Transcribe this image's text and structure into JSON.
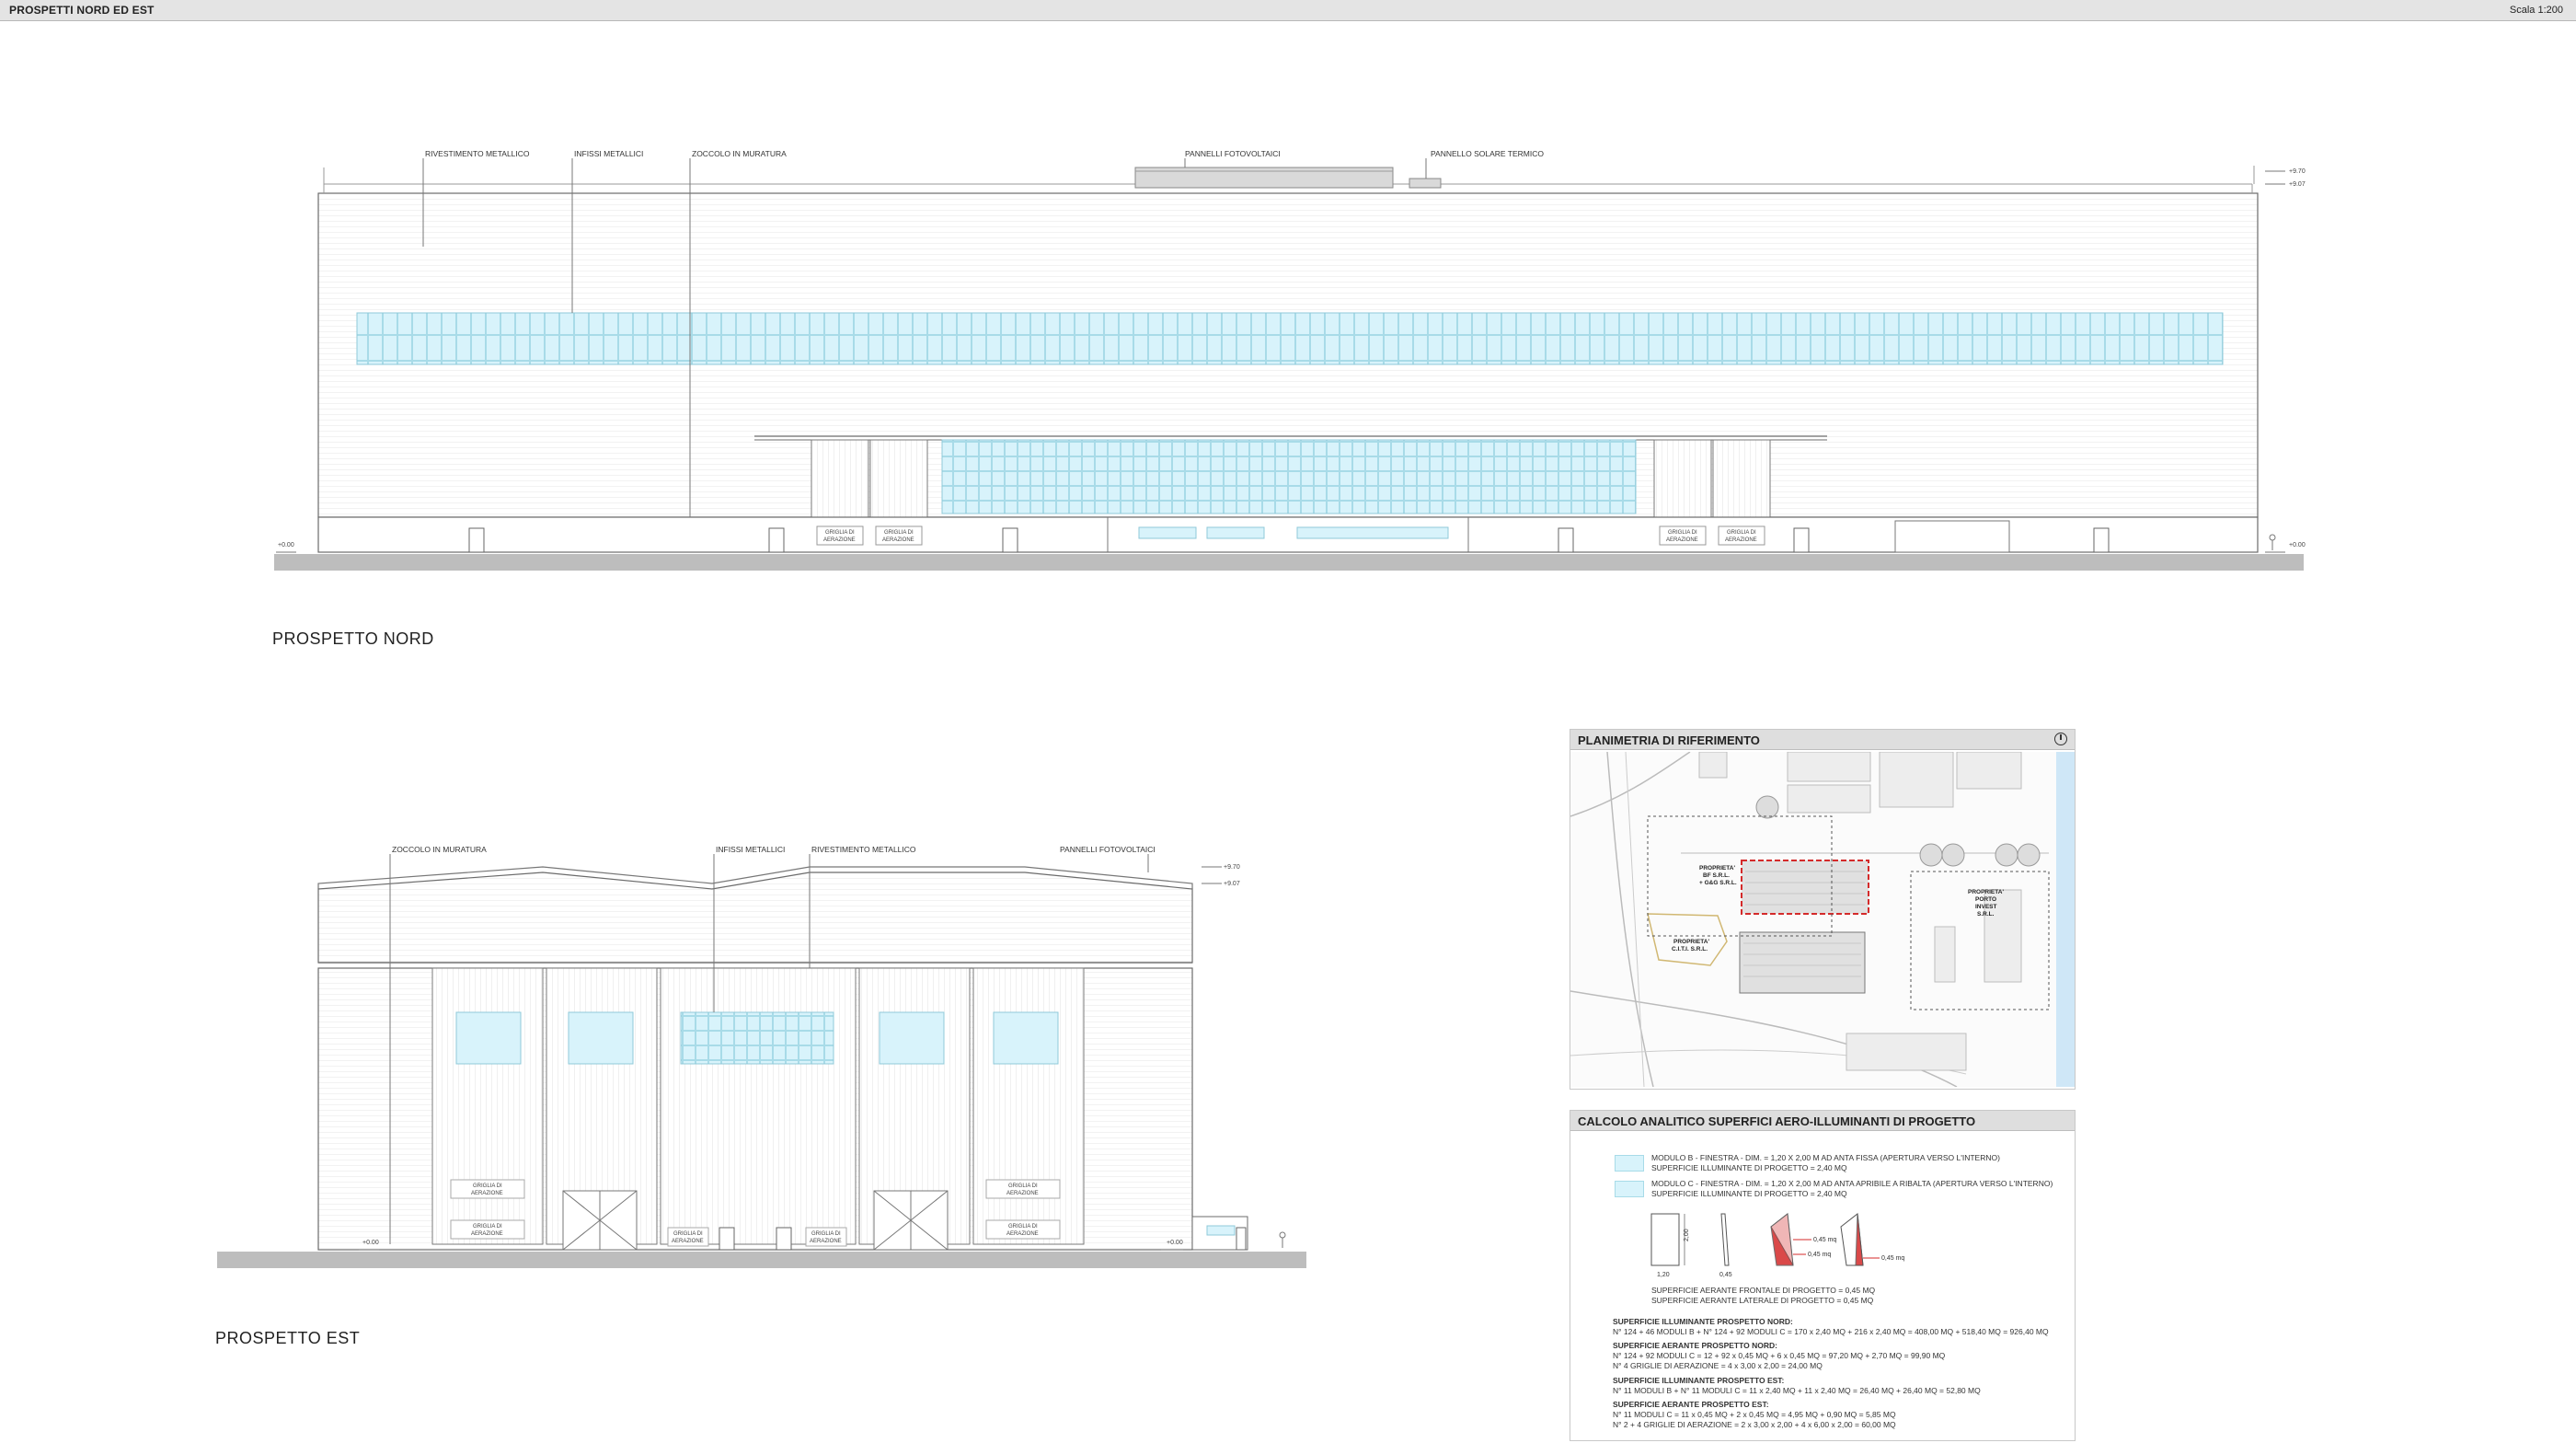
{
  "sheet": {
    "title": "PROSPETTI NORD ED EST",
    "scale": "Scala 1:200"
  },
  "north_elevation": {
    "caption": "PROSPETTO NORD",
    "labels": {
      "rivestimento": "RIVESTIMENTO METALLICO",
      "infissi": "INFISSI METALLICI",
      "zoccolo": "ZOCCOLO IN MURATURA",
      "fotovoltaici": "PANNELLI FOTOVOLTAICI",
      "solare": "PANNELLO SOLARE TERMICO"
    },
    "griglia": [
      "GRIGLIA DI",
      "AERAZIONE"
    ],
    "levels": [
      "+9.70",
      "+9.07",
      "+0.00"
    ]
  },
  "east_elevation": {
    "caption": "PROSPETTO EST",
    "labels": {
      "zoccolo": "ZOCCOLO IN MURATURA",
      "infissi": "INFISSI METALLICI",
      "rivestimento": "RIVESTIMENTO METALLICO",
      "fotovoltaici": "PANNELLI FOTOVOLTAICI"
    },
    "griglia": [
      "GRIGLIA DI",
      "AERAZIONE"
    ],
    "levels": [
      "+9.70",
      "+9.07",
      "+0.00"
    ]
  },
  "site_plan": {
    "title": "PLANIMETRIA DI RIFERIMENTO",
    "labels": {
      "bf": [
        "PROPRIETA'",
        "BF S.R.L.",
        "+ G&G S.R.L."
      ],
      "porto": [
        "PROPRIETA'",
        "PORTO",
        "INVEST",
        "S.R.L."
      ],
      "citi": [
        "PROPRIETA'",
        "C.I.T.I. S.R.L."
      ]
    }
  },
  "calc": {
    "title": "CALCOLO ANALITICO SUPERFICI AERO-ILLUMINANTI DI PROGETTO",
    "module_b": [
      "MODULO B - FINESTRA - DIM. = 1,20 X 2,00 M  AD ANTA FISSA (APERTURA VERSO L'INTERNO)",
      "SUPERFICIE ILLUMINANTE DI PROGETTO = 2,40 MQ"
    ],
    "module_c": [
      "MODULO C - FINESTRA - DIM. = 1,20 X 2,00 M  AD ANTA APRIBILE A RIBALTA (APERTURA VERSO L'INTERNO)",
      "SUPERFICIE ILLUMINANTE DI PROGETTO = 2,40 MQ"
    ],
    "dims": {
      "w": "1,20",
      "h": "2,00",
      "d": "0,45",
      "a1": "0,45  mq",
      "a2": "0,45  mq",
      "a3": "0,45  mq"
    },
    "aerante": [
      "SUPERFICIE AERANTE FRONTALE DI PROGETTO = 0,45 MQ",
      "SUPERFICIE AERANTE LATERALE DI PROGETTO = 0,45 MQ"
    ],
    "blocks": [
      {
        "head": "SUPERFICIE ILLUMINANTE PROSPETTO NORD:",
        "lines": [
          "N° 124 + 46 MODULI B + N° 124 + 92 MODULI C = 170 x 2,40 MQ + 216 x 2,40 MQ = 408,00 MQ + 518,40 MQ = 926,40 MQ"
        ]
      },
      {
        "head": "SUPERFICIE AERANTE PROSPETTO NORD:",
        "lines": [
          "N° 124 + 92 MODULI C = 12 + 92 x 0,45 MQ + 6 x 0,45 MQ = 97,20 MQ + 2,70 MQ = 99,90 MQ",
          "N° 4 GRIGLIE DI AERAZIONE = 4 x 3,00 x 2,00 = 24,00 MQ"
        ]
      },
      {
        "head": "SUPERFICIE ILLUMINANTE PROSPETTO EST:",
        "lines": [
          "N° 11 MODULI B + N° 11 MODULI C = 11 x 2,40 MQ + 11 x 2,40 MQ = 26,40 MQ + 26,40 MQ = 52,80 MQ"
        ]
      },
      {
        "head": "SUPERFICIE AERANTE PROSPETTO EST:",
        "lines": [
          "N° 11 MODULI C = 11 x 0,45 MQ + 2 x 0,45 MQ = 4,95 MQ + 0,90 MQ = 5,85 MQ",
          "N° 2 + 4 GRIGLIE DI AERAZIONE = 2 x 3,00 x 2,00 + 4 x 6,00 x 2,00 = 60,00 MQ"
        ]
      }
    ]
  },
  "colors": {
    "glass": "#d8f3fb",
    "glass_line": "#a8dbe8",
    "red": "#d42a2a",
    "ground": "#bdbdbd",
    "line": "#6b6b6b"
  }
}
